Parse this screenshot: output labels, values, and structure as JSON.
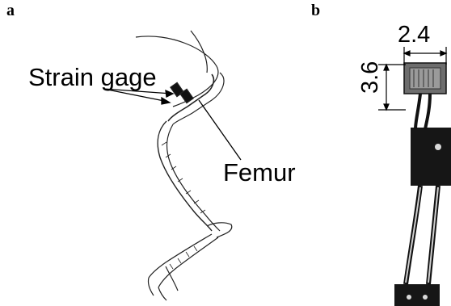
{
  "panels": {
    "a": {
      "letter": "a",
      "strain_gage_label": "Strain gage",
      "femur_label": "Femur"
    },
    "b": {
      "letter": "b",
      "width_mm": "2.4",
      "height_mm": "3.6"
    }
  }
}
